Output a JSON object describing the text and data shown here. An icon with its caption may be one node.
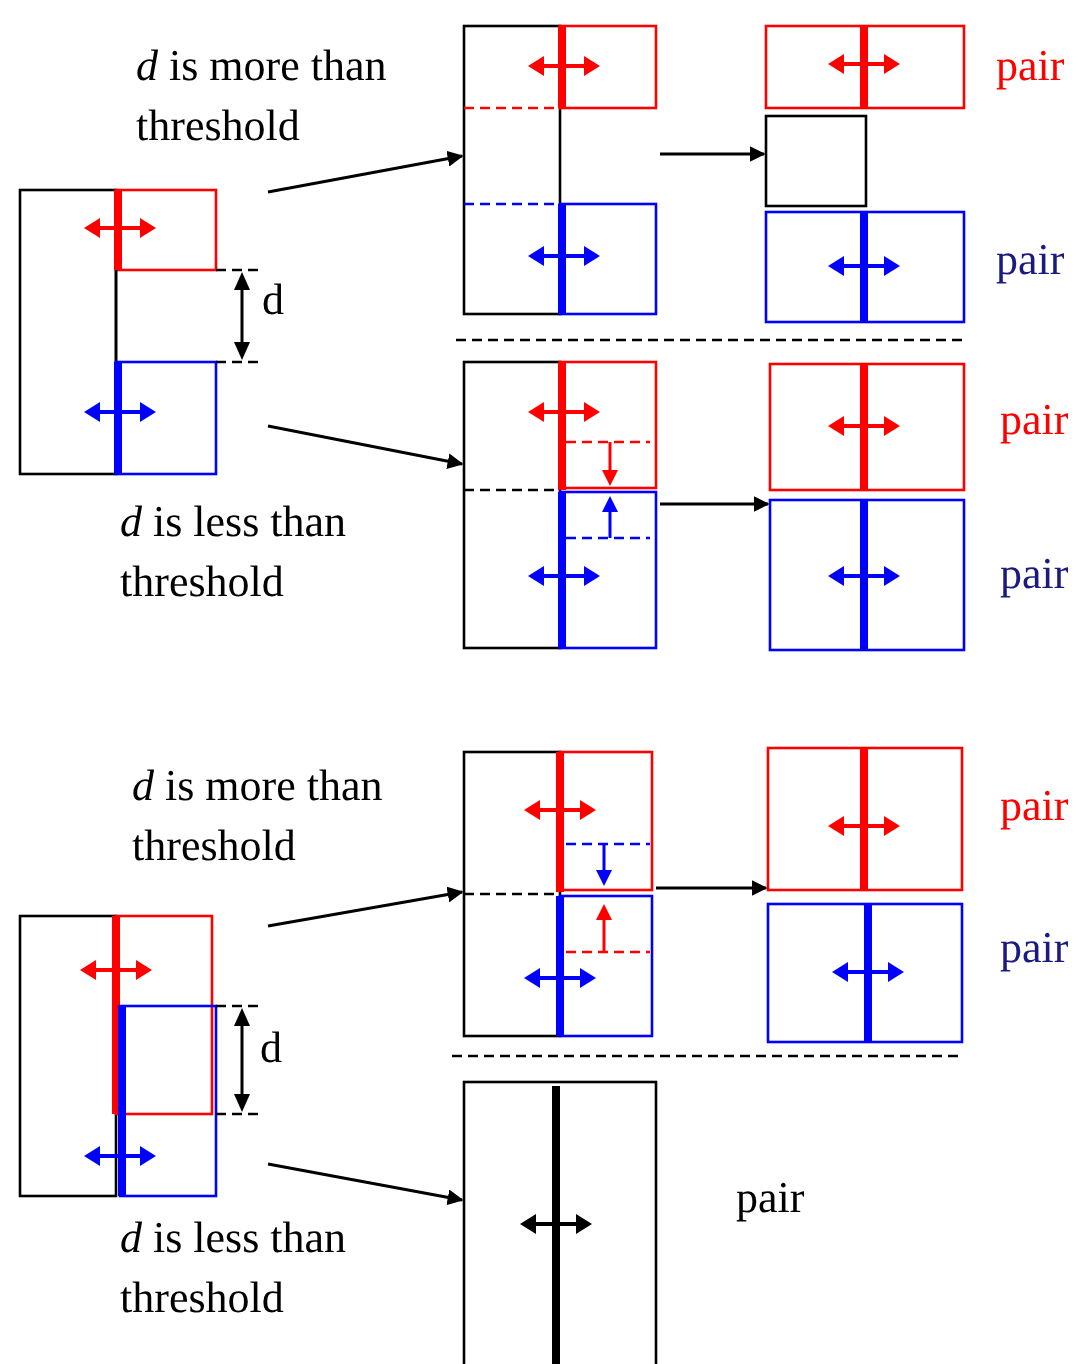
{
  "diagram": {
    "nodes": [
      {
        "text": [],
        "shape": "picture"
      },
      {
        "text": [],
        "shape": "picture"
      },
      {
        "text": [],
        "shape": "picture",
        "beside": [
          "pair",
          "pair"
        ]
      },
      {
        "text": [],
        "shape": "picture"
      },
      {
        "text": [],
        "shape": "picture",
        "beside": [
          "pair",
          "pair"
        ]
      },
      {
        "text": [],
        "shape": "picture"
      },
      {
        "text": [],
        "shape": "picture"
      },
      {
        "text": [],
        "shape": "picture",
        "beside": [
          "pair",
          "pair"
        ]
      },
      {
        "text": [],
        "shape": "picture",
        "beside": [
          "pair"
        ]
      }
    ],
    "edges": [
      {
        "from": 0,
        "to": 1,
        "arrow": "to",
        "label": "*d* is more than threshold"
      },
      {
        "from": 0,
        "to": 3,
        "arrow": "to",
        "label": "*d* is less than threshold"
      },
      {
        "from": 1,
        "to": 2,
        "arrow": "to"
      },
      {
        "from": 3,
        "to": 4,
        "arrow": "to"
      },
      {
        "from": 5,
        "to": 6,
        "arrow": "to",
        "label": "*d* is more than threshold"
      },
      {
        "from": 5,
        "to": 8,
        "arrow": "to",
        "label": "*d* is less than threshold"
      },
      {
        "from": 6,
        "to": 7,
        "arrow": "to"
      }
    ],
    "labels": [
      "d",
      "d"
    ]
  }
}
